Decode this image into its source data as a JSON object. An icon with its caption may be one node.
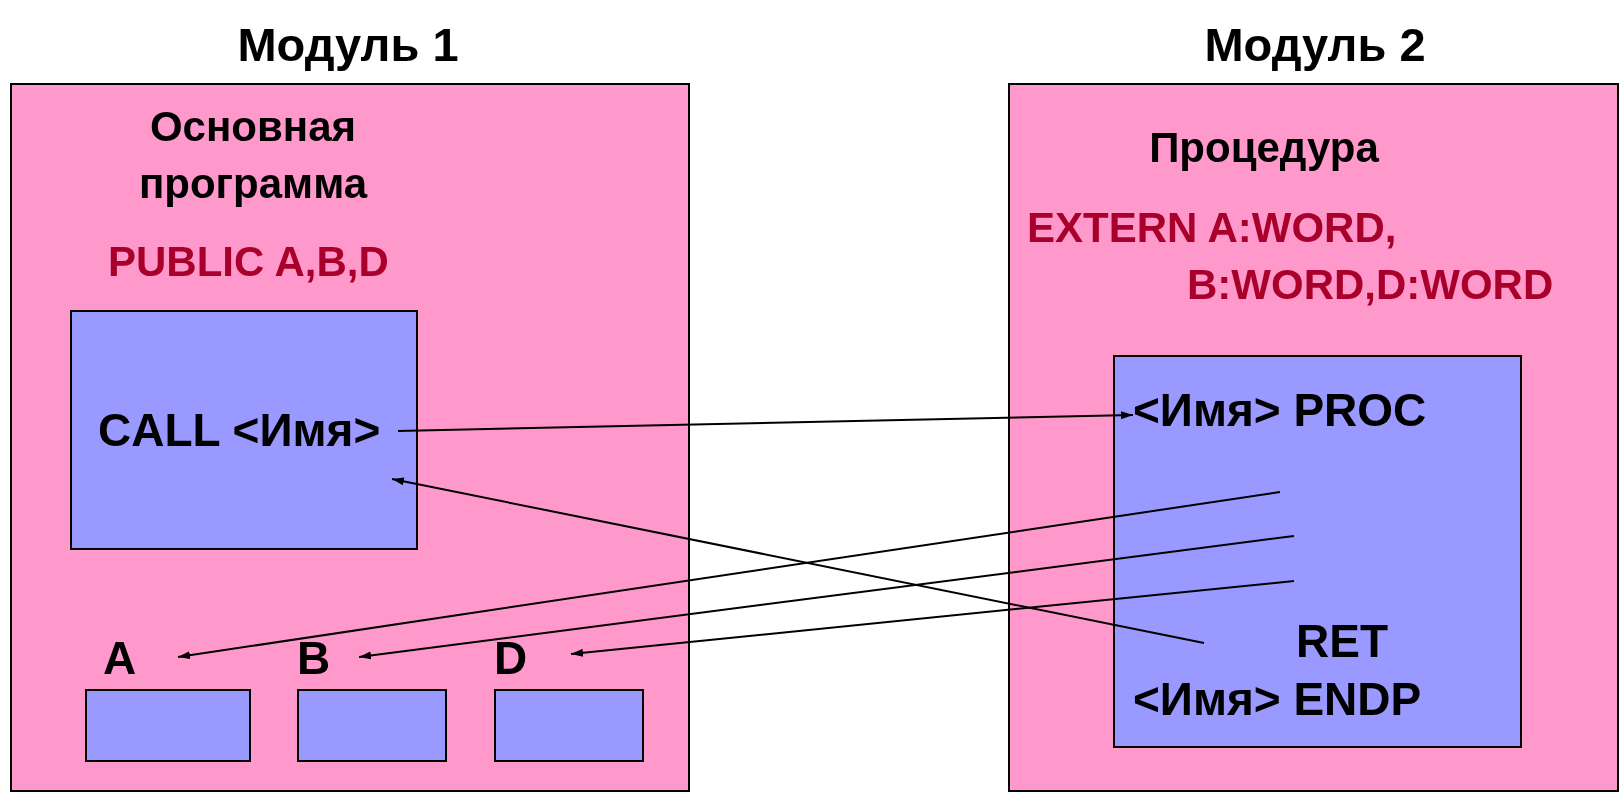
{
  "diagram": {
    "nodes": [
      {
        "text": [
          "Модуль 1",
          "Основная программа",
          "PUBLIC A,B,D"
        ]
      },
      {
        "text": [],
        "shape": "box",
        "in": 0
      },
      {
        "text": [
          "CALL <Имя>"
        ],
        "in": 1
      },
      {
        "text": [
          "A"
        ],
        "in": 0
      },
      {
        "text": [
          "B"
        ],
        "in": 0
      },
      {
        "text": [
          "D"
        ],
        "in": 0
      },
      {
        "text": [],
        "shape": "box",
        "in": 0
      },
      {
        "text": [],
        "shape": "box",
        "in": 0
      },
      {
        "text": [],
        "shape": "box",
        "in": 0
      },
      {
        "text": [
          "Модуль 2",
          "Процедура",
          "EXTERN A:WORD, B:WORD,D:WORD"
        ]
      },
      {
        "text": [
          "RET",
          "<Имя> ENDP"
        ],
        "in": 9
      },
      {
        "text": [
          "<Имя> PROC"
        ],
        "in": 10
      }
    ],
    "edges": [
      {
        "from": 2,
        "to": 11,
        "arrow": "to"
      },
      {
        "from": null,
        "to": 2,
        "arrow": "to"
      },
      {
        "from": null,
        "to": 3,
        "arrow": "to"
      },
      {
        "from": null,
        "to": 4,
        "arrow": "to"
      },
      {
        "from": null,
        "to": 5,
        "arrow": "to"
      }
    ]
  }
}
